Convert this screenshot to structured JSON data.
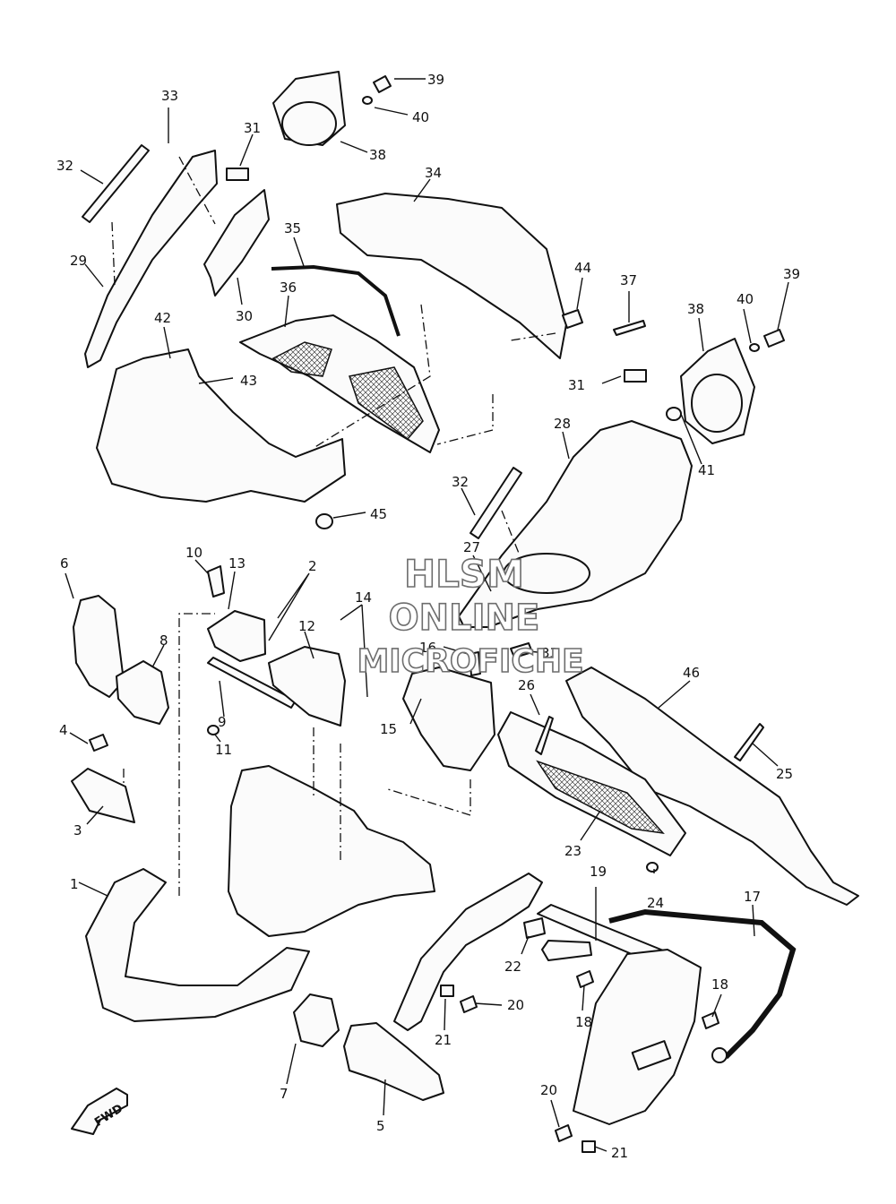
{
  "callouts": [
    "1",
    "2",
    "3",
    "4",
    "5",
    "6",
    "7",
    "8",
    "9",
    "10",
    "11",
    "12",
    "13",
    "14",
    "15",
    "16",
    "17",
    "18",
    "18",
    "19",
    "20",
    "20",
    "21",
    "21",
    "22",
    "23",
    "24",
    "25",
    "26",
    "27",
    "28",
    "29",
    "30",
    "31",
    "31",
    "32",
    "32",
    "33",
    "33",
    "34",
    "35",
    "36",
    "37",
    "38",
    "38",
    "39",
    "39",
    "40",
    "40",
    "41",
    "42",
    "43",
    "44",
    "45",
    "46"
  ],
  "watermark": {
    "line1": "HLSM",
    "line2": "ONLINE",
    "line3": "MICROFICHE"
  },
  "fwd_label": "FWD",
  "colors": {
    "ink": "#111111",
    "paper": "#ffffff",
    "watermark_outline": "#6d6d6d"
  }
}
